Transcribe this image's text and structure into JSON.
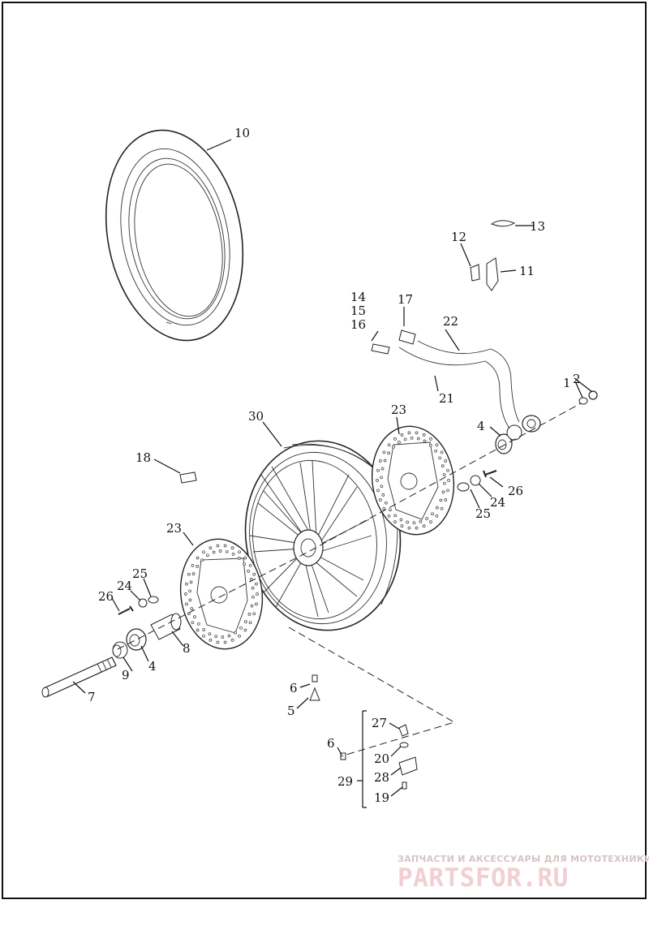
{
  "callouts": {
    "c1": "1",
    "c2": "2",
    "c4a": "4",
    "c4b": "4",
    "c5": "5",
    "c6a": "6",
    "c6b": "6",
    "c7": "7",
    "c8": "8",
    "c9": "9",
    "c10": "10",
    "c11": "11",
    "c12": "12",
    "c13": "13",
    "c14": "14",
    "c15": "15",
    "c16": "16",
    "c17": "17",
    "c18": "18",
    "c19": "19",
    "c20": "20",
    "c21": "21",
    "c22": "22",
    "c23a": "23",
    "c23b": "23",
    "c24a": "24",
    "c24b": "24",
    "c25a": "25",
    "c25b": "25",
    "c26a": "26",
    "c26b": "26",
    "c27": "27",
    "c28": "28",
    "c29": "29",
    "c30": "30"
  },
  "watermark": {
    "tagline": "ЗАПЧАСТИ И АКСЕССУАРЫ ДЛЯ МОТОТЕХНИКИ",
    "logo": "PARTSFOR.RU",
    "color": "#e8b6bb"
  }
}
